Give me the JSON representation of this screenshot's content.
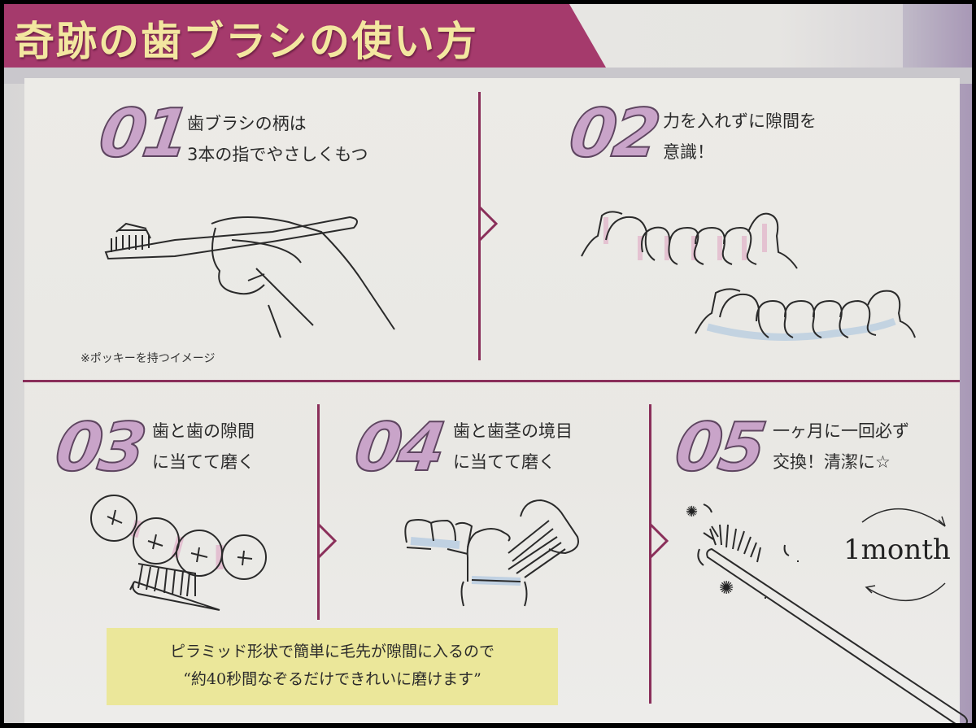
{
  "header": {
    "title": "奇跡の歯ブラシの使い方"
  },
  "steps": [
    {
      "number": "01",
      "lines": [
        "歯ブラシの柄は",
        "3本の指でやさしくもつ"
      ],
      "note": "※ポッキーを持つイメージ"
    },
    {
      "number": "02",
      "lines": [
        "力を入れずに隙間を",
        "意識！"
      ]
    },
    {
      "number": "03",
      "lines": [
        "歯と歯の隙間",
        "に当てて磨く"
      ]
    },
    {
      "number": "04",
      "lines": [
        "歯と歯茎の境目",
        "に当てて磨く"
      ]
    },
    {
      "number": "05",
      "lines": [
        "一ヶ月に一回必ず",
        "交換！清潔に☆"
      ],
      "cycle_label": "1month"
    }
  ],
  "callout": {
    "line1": "ピラミッド形状で簡単に毛先が隙間に入るので",
    "line2": "“約40秒間なぞるだけできれいに磨けます”"
  },
  "colors": {
    "banner": "#a53a6c",
    "title_text": "#f3e7a0",
    "divider": "#8a2f5a",
    "step_number": "#c9a4c9",
    "callout_bg": "#ebe79a",
    "gap_highlight": "#e2b8cc",
    "gum_highlight": "#b9cde0"
  },
  "icons": [
    "toothbrush-hand-illustration",
    "teeth-gap-illustration",
    "teeth-gumline-illustration",
    "brush-gap-illustration",
    "brush-gumline-illustration",
    "worn-toothbrush-illustration",
    "germ-icon",
    "cycle-arrows-icon"
  ]
}
